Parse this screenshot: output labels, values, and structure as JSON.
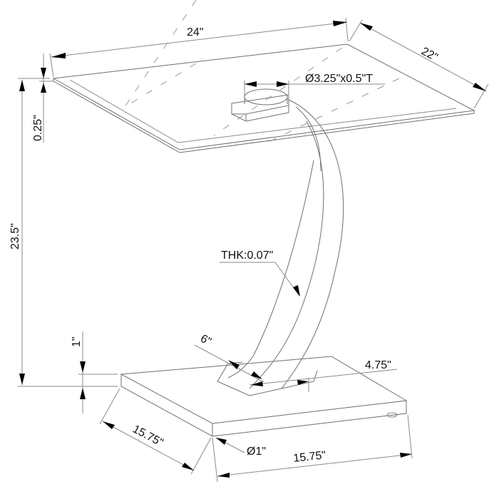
{
  "drawing": {
    "title": "Cantilever side table dimension drawing",
    "dimensions": {
      "top_width": "24\"",
      "top_depth": "22\"",
      "top_thickness": "0.25\"",
      "overall_height": "23.5\"",
      "top_mount_disc": "Ø3.25\"x0.5\"T",
      "support_thickness": "THK:0.07\"",
      "support_depth": "6\"",
      "support_width": "4.75\"",
      "base_thickness": "1\"",
      "base_depth": "15.75\"",
      "base_width": "15.75\"",
      "foot_diameter": "Ø1\""
    },
    "colors": {
      "line": "#8a8a8a",
      "text": "#111111",
      "background": "#ffffff"
    }
  }
}
